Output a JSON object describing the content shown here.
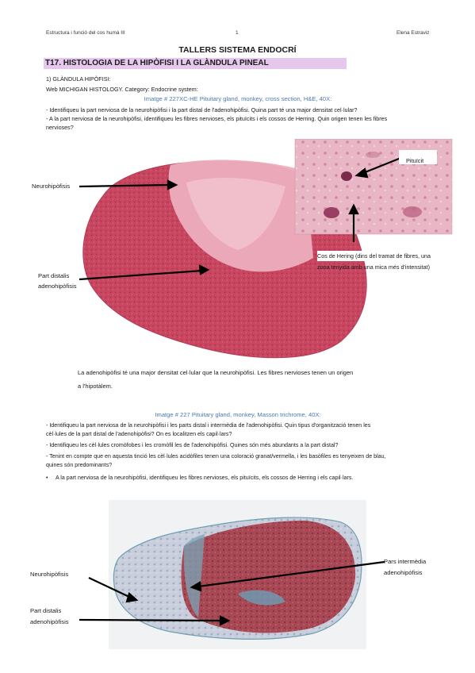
{
  "header": {
    "left": "Estructura i funció del cos humà III",
    "page": "1",
    "right": "Elena Estraviz"
  },
  "title": "TALLERS SISTEMA ENDOCRÍ",
  "section_title": "T17. HISTOLOGIA DE LA HIPÒFISI I LA GLÀNDULA PINEAL",
  "subsection": "1) GLÀNDULA HIPÒFISI:",
  "source_line": "Web MICHIGAN HISTOLOGY. Category: Endocrine system:",
  "figure1": {
    "caption": "Imatge # 227XC-HE Pituitary gland, monkey, cross section, H&E, 40X:",
    "questions": [
      "- Identifiqueu la part nerviosa de la neurohipòfisi i la part distal de l'adenohipòfisi. Quina part té una major densitat cel·lular?",
      "- A la part nerviosa de la neurohipòfisi, identifiqueu les fibres nervioses, els pituïcits i els cossos de Herring. Quin origen tenen les fibres",
      "  nervioses?"
    ],
    "label_neuro": "Neurohipòfisis",
    "label_distalis_1": "Part distalis",
    "label_distalis_2": "adenohipòfisis",
    "label_pituicit": "Pituïcit",
    "label_herring_1": "Cos de Hering (dins del tramat de fibres, una",
    "label_herring_2": "zona tenyida amb una mica més d'intensitat)",
    "answer_1": "La adenohipòfisi té una major densitat cel·lular que la neurohipòfisi.  Les fibres nervioses tenen un origen",
    "answer_2": "a l'hipotàlem."
  },
  "figure2": {
    "caption": "Imatge # 227 Pituitary gland, monkey, Masson trichrome, 40X:",
    "questions": [
      "- Identifiqueu la part nerviosa de la neurohipòfisi i les parts distal i intermèdia de l'adenohipòfisi. Quin tipus d'organització tenen les",
      "  cèl·lules de la part distal de l'adenohipòfisi? On es localitzen els capil·lars?",
      "- Identifiqueu les cèl·lules cromòfobes i les cromòfil les de l'adenohipòfisi. Quines són més abundants a la part distal?",
      "- Tenint en compte que en aquesta tinció les cèl·lules acidòfiles tenen una coloració granat/vermella, i les basòfiles es tenyeixen de blau,",
      "  quines són predominants?",
      "A la part nerviosa de la neurohipòfisi, identifiqueu les fibres nervioses, els pituïcits, els cossos de Herring i els capil·lars."
    ],
    "label_neuro": "Neurohipòfisis",
    "label_distalis_1": "Part distalis",
    "label_distalis_2": "adenohipòfisis",
    "label_intermedia_1": "Pars intermèdia",
    "label_intermedia_2": "adenohipòfisis"
  },
  "colors": {
    "section_highlight": "#e6c8ee",
    "caption_blue": "#4a79b8",
    "he_dark": "#c8465f",
    "he_light": "#efb4c0",
    "masson_red": "#a84854",
    "masson_blue": "#7aa6b8"
  }
}
